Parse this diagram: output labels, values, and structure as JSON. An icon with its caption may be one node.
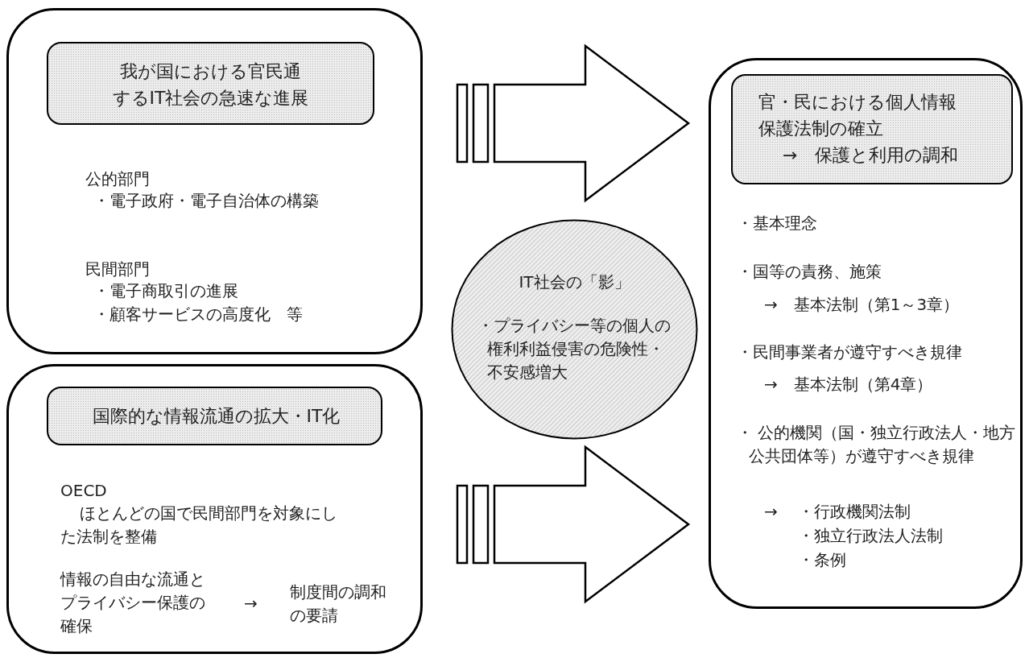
{
  "diagram": {
    "nodes": [
      {
        "text": [
          "公的部門",
          "・電子政府・電子自治体の構築",
          "民間部門",
          "・電子商取引の進展",
          "・顧客サービスの高度化　等"
        ]
      },
      {
        "text": [
          "我が国における官民通するIT社会の急速な進展"
        ],
        "in": 0
      },
      {
        "text": [
          "OECD",
          "ほとんどの国で民間部門を対象にした法制を整備",
          "情報の自由な流通とプライバシー保護の確保",
          "→",
          "制度間の調和の要請"
        ]
      },
      {
        "text": [
          "国際的な情報流通の拡大・IT化"
        ],
        "in": 2
      },
      {
        "text": [
          "IT社会の「影」",
          "・プライバシー等の個人の権利利益侵害の危険性・不安感増大"
        ]
      },
      {
        "text": [
          "・基本理念",
          "・国等の責務、施策",
          "→　基本法制（第1～3章）",
          "・民間事業者が遵守すべき規律",
          "→　基本法制（第4章）",
          "・ 公的機関（国・独立行政法人・地方公共団体等）が遵守すべき規律",
          "→",
          "・行政機関法制",
          "・独立行政法人法制",
          "・条例"
        ]
      },
      {
        "text": [
          "官・民における個人情報保護法制の確立",
          "→　保護と利用の調和"
        ],
        "in": 5
      }
    ],
    "edges": [
      {
        "from": 0,
        "to": 5,
        "arrow": "to"
      },
      {
        "from": 2,
        "to": 5,
        "arrow": "to"
      }
    ]
  }
}
